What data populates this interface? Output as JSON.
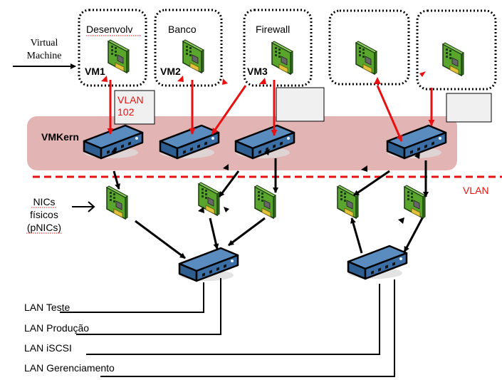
{
  "labels": {
    "virtual_machine_line1": "Virtual",
    "virtual_machine_line2": "Machine",
    "nics_line1": "NICs",
    "nics_line2": "físicos",
    "nics_line3": "(pNICs)",
    "vmkernel": "VMKern",
    "vlan": "VLAN",
    "vlan_box_line1": "VLAN",
    "vlan_box_line2": "102"
  },
  "vms": [
    {
      "name": "Desenvolv",
      "id": "VM1"
    },
    {
      "name": "Banco",
      "id": "VM2"
    },
    {
      "name": "Firewall",
      "id": "VM3"
    },
    {
      "name": "",
      "id": ""
    },
    {
      "name": "",
      "id": ""
    }
  ],
  "lans": [
    {
      "label": "LAN Teste"
    },
    {
      "label": "LAN Produção"
    },
    {
      "label": "LAN iSCSI"
    },
    {
      "label": "LAN Gerenciamento"
    }
  ],
  "colors": {
    "vm_link": "#e81010",
    "vlan_line": "#e81010",
    "vmkernel_band": "#e3b4b4",
    "switch_top": "#5b8cc0",
    "switch_front": "#3a6ea5",
    "nic_green": "#5aa52c"
  }
}
